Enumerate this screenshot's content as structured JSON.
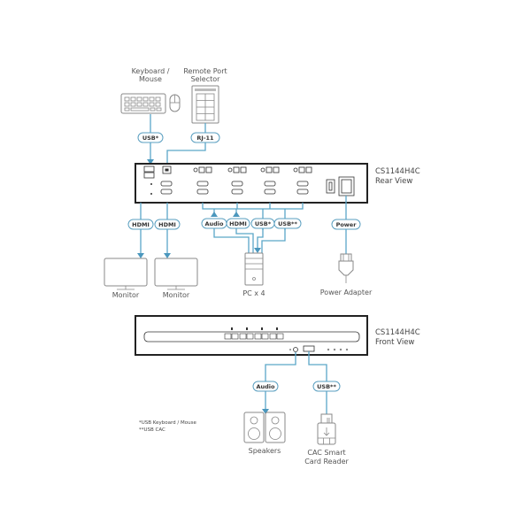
{
  "devices": {
    "keyboard_mouse": {
      "label_line1": "Keyboard /",
      "label_line2": "Mouse"
    },
    "remote_port_selector": {
      "label_line1": "Remote Port",
      "label_line2": "Selector"
    },
    "monitor1": {
      "label": "Monitor"
    },
    "monitor2": {
      "label": "Monitor"
    },
    "pc": {
      "label": "PC x 4"
    },
    "power_adapter": {
      "label": "Power Adapter"
    },
    "speakers": {
      "label": "Speakers"
    },
    "card_reader": {
      "label_line1": "CAC Smart",
      "label_line2": "Card Reader"
    }
  },
  "rear_view": {
    "model": "CS1144H4C",
    "view": "Rear View"
  },
  "front_view": {
    "model": "CS1144H4C",
    "view": "Front View"
  },
  "cable_tags": {
    "kbd_usb": "USB*",
    "rj11": "RJ-11",
    "hdmi_mon1": "HDMI",
    "hdmi_mon2": "HDMI",
    "pc_audio": "Audio",
    "pc_hdmi": "HDMI",
    "pc_usb": "USB*",
    "pc_usb_cac": "USB**",
    "power": "Power",
    "front_audio": "Audio",
    "front_usb_cac": "USB**"
  },
  "footnotes": {
    "note1": "*USB Keyboard / Mouse",
    "note2": "**USB CAC"
  },
  "colors": {
    "cable": "#5aa6c8",
    "tag_border": "#5a9fc0",
    "device_outline": "#888888",
    "kvm_outline": "#222222"
  }
}
